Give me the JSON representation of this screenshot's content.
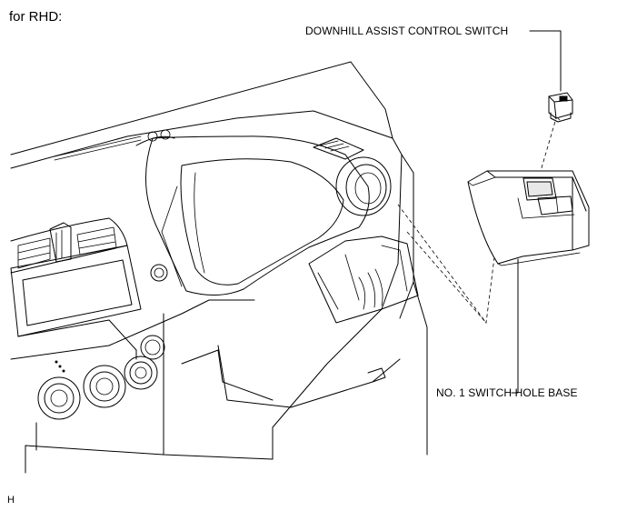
{
  "diagram": {
    "title": "for RHD:",
    "callouts": {
      "switch_label": "DOWNHILL ASSIST CONTROL SWITCH",
      "base_label": "NO. 1 SWITCH HOLE BASE"
    },
    "figure_code": "H"
  }
}
